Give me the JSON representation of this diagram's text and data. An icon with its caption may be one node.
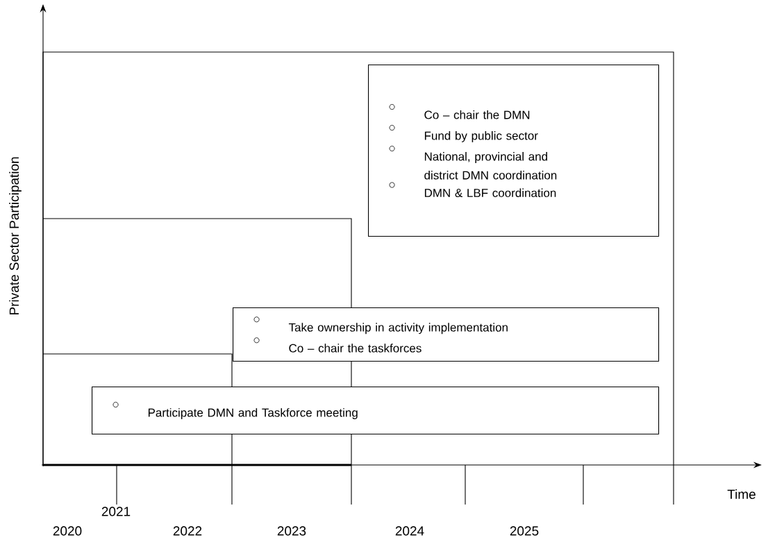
{
  "diagram": {
    "nodes": [
      {
        "text": [
          "Co – chair the DMN",
          "Fund by public sector",
          "National, provincial and district DMN coordination",
          "DMN & LBF coordination"
        ]
      },
      {
        "text": [
          "Take ownership in activity implementation",
          "Co – chair the taskforces"
        ]
      },
      {
        "text": [
          "Participate DMN and Taskforce meeting"
        ]
      }
    ],
    "labels": [
      "Private Sector Participation",
      "Time",
      "2020",
      "2021",
      "2022",
      "2023",
      "2024",
      "2025"
    ]
  }
}
